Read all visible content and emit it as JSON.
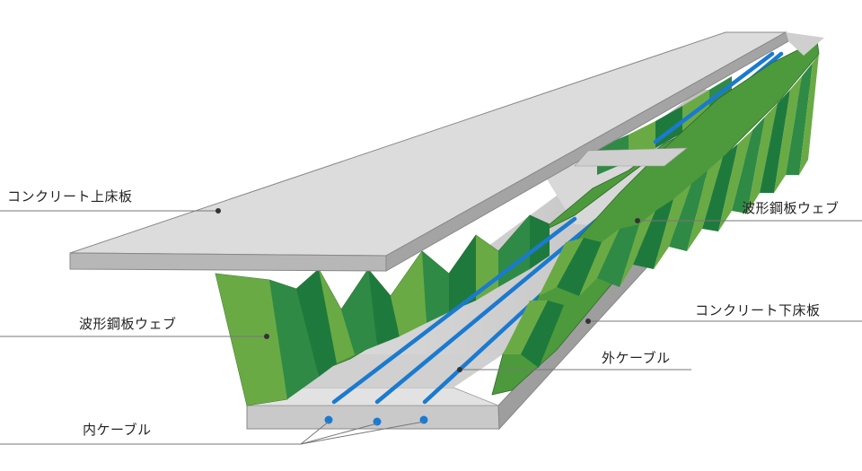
{
  "labels": {
    "upper_deck": "コンクリート上床板",
    "web_right": "波形鋼板ウェブ",
    "lower_deck": "コンクリート下床板",
    "web_left": "波形鋼板ウェブ",
    "external_cable": "外ケーブル",
    "internal_cable": "内ケーブル"
  },
  "colors": {
    "concrete_top": "#dcdcdc",
    "concrete_side": "#a9a9a9",
    "concrete_inner": "#c8c8c8",
    "web_light": "#6aaa45",
    "web_dark": "#1e7a3c",
    "cable": "#1a7ad0",
    "leader": "#777777"
  }
}
